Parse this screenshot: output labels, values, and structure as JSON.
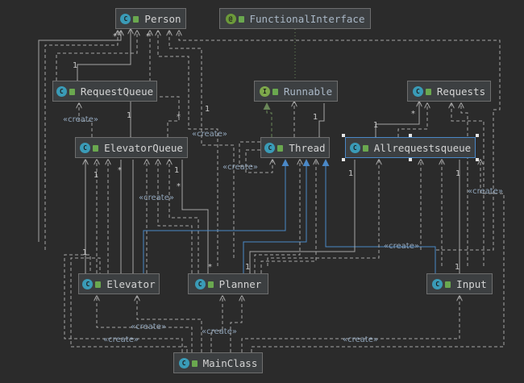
{
  "nodes": [
    {
      "id": "person",
      "label": "Person",
      "kind": "class"
    },
    {
      "id": "functional",
      "label": "FunctionalInterface",
      "kind": "functional"
    },
    {
      "id": "requestqueue",
      "label": "RequestQueue",
      "kind": "class"
    },
    {
      "id": "runnable",
      "label": "Runnable",
      "kind": "interface"
    },
    {
      "id": "requests",
      "label": "Requests",
      "kind": "class"
    },
    {
      "id": "elevatorqueue",
      "label": "ElevatorQueue",
      "kind": "class"
    },
    {
      "id": "thread",
      "label": "Thread",
      "kind": "class"
    },
    {
      "id": "allrequests",
      "label": "Allrequestsqueue",
      "kind": "class"
    },
    {
      "id": "elevator",
      "label": "Elevator",
      "kind": "class"
    },
    {
      "id": "planner",
      "label": "Planner",
      "kind": "class"
    },
    {
      "id": "input",
      "label": "Input",
      "kind": "class"
    },
    {
      "id": "mainclass",
      "label": "MainClass",
      "kind": "class"
    }
  ],
  "badges": {
    "class": "C",
    "interface": "I",
    "functional": "@"
  },
  "edge_labels": [
    "«create»",
    "«create»",
    "«create»",
    "«create»",
    "«create»",
    "«create»",
    "«create»",
    "«create»",
    "«create»",
    "«create»"
  ],
  "multiplicities": [
    "1",
    "*",
    "*",
    "1",
    "*",
    "1",
    "*",
    "1",
    "1",
    "*",
    "1",
    "*",
    "*",
    "1",
    "1",
    "1",
    "1",
    "1",
    "1"
  ],
  "colors": {
    "background": "#2b2b2b",
    "node_fill": "#3c3f41",
    "dependency_line": "#a6a6a6",
    "implements_line": "#6a8759",
    "extends_line": "#4a88c7",
    "annotation_line": "#6a8759"
  }
}
